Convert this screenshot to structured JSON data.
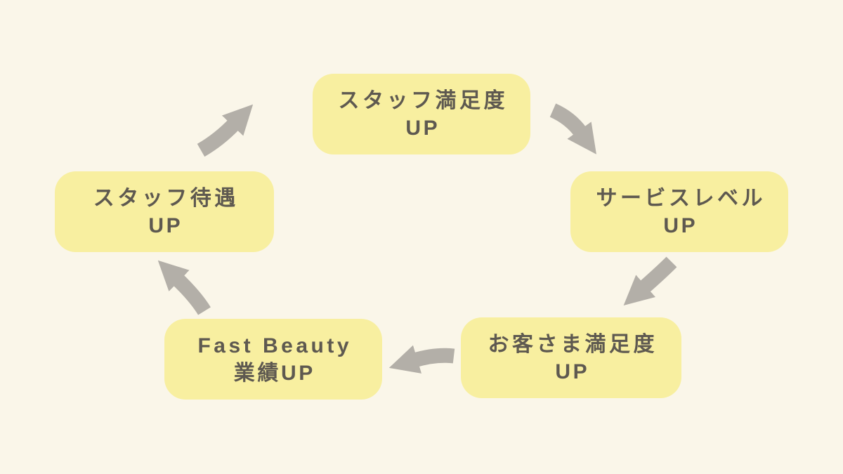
{
  "colors": {
    "bg": "#FAF6E9",
    "box": "#F8EFA0",
    "text": "#5E5950",
    "arrow": "#B3AFA8"
  },
  "nodes": [
    {
      "id": "staff-satisfaction",
      "line1": "スタッフ満足度",
      "line2": "UP"
    },
    {
      "id": "service-level",
      "line1": "サービスレベル",
      "line2": "UP"
    },
    {
      "id": "customer-satisfaction",
      "line1": "お客さま満足度",
      "line2": "UP"
    },
    {
      "id": "fast-beauty-results",
      "line1": "Fast Beauty",
      "line2": "業績UP"
    },
    {
      "id": "staff-treatment",
      "line1": "スタッフ待遇",
      "line2": "UP"
    }
  ]
}
